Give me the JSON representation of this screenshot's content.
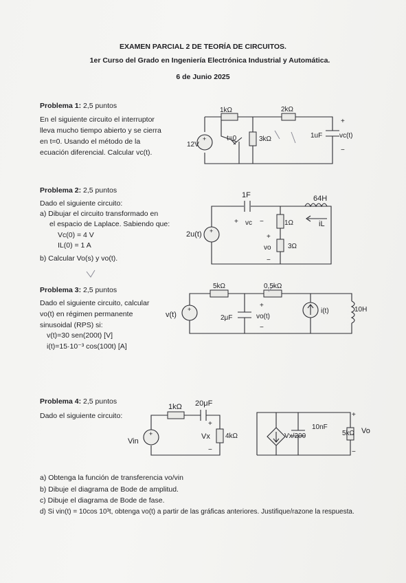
{
  "header": {
    "title": "EXAMEN PARCIAL 2 DE TEORÍA DE CIRCUITOS.",
    "course": "1er Curso del Grado en Ingeniería Electrónica Industrial y Automática.",
    "date": "6 de  Junio 2025"
  },
  "p1": {
    "heading": "Problema 1:",
    "points": "2,5 puntos",
    "lines": [
      "En el siguiente circuito el interruptor",
      "lleva mucho tiempo abierto y se cierra",
      "en  t=0.   Usando el método de la",
      "ecuación diferencial. Calcular vᴄ(t)."
    ],
    "labels": {
      "r1": "1kΩ",
      "r2": "2kΩ",
      "r3": "3kΩ",
      "src": "12V",
      "sw": "t=0",
      "cap": "1uF",
      "out": "vc(t)",
      "plus": "+",
      "minus": "−"
    }
  },
  "p2": {
    "heading": "Problema 2:",
    "points": "2,5 puntos",
    "intro": "Dado el siguiente circuito:",
    "item_a1": "a)  Dibujar el circuito transformado en",
    "item_a2": "el espacio de Laplace. Sabiendo que:",
    "cond_v": "Vc(0) = 4 V",
    "cond_i": "IL(0) = 1 A",
    "item_b": "b)  Calcular Vo(s) y  vo(t).",
    "labels": {
      "cap": "1F",
      "ind": "64H",
      "r1": "1Ω",
      "r2": "3Ω",
      "src": "2u(t)",
      "vc": "vc",
      "vo": "vo",
      "il": "iL",
      "plus": "+",
      "minus": "−"
    }
  },
  "p3": {
    "heading": "Problema 3:",
    "points": "2,5 puntos",
    "lines": [
      "Dado el siguiente circuito, calcular",
      "vo(t)  en régimen permanente",
      "sinusoidal (RPS) si:"
    ],
    "eq1": "v(t)=30 sen(200t)   [V]",
    "eq2": "i(t)=15·10⁻³ cos(100t)   [A]",
    "labels": {
      "r1": "5kΩ",
      "r2": "0,5kΩ",
      "cap": "2μF",
      "vo": "vo(t)",
      "isrc": "i(t)",
      "vsrc": "v(t)",
      "ind": "10H",
      "plus": "+",
      "minus": "−"
    }
  },
  "p4": {
    "heading": "Problema 4:",
    "points": "2,5 puntos",
    "intro": "Dado el siguiente circuito:",
    "labels": {
      "r1": "1kΩ",
      "cap1": "20μF",
      "vx": "Vx",
      "r2": "4kΩ",
      "dep": "Vx/200",
      "cap2": "10nF",
      "r3": "5kΩ",
      "vo": "Vo",
      "vin": "Vin",
      "plus": "+",
      "minus": "−"
    },
    "questions": [
      "a) Obtenga la función de transferencia vo/vin",
      "b) Dibuje el diagrama de Bode de amplitud.",
      "c) Dibuje el diagrama de Bode de fase.",
      "d) Si vin(t) = 10cos 10³t,  obtenga vo(t) a partir de las gráficas anteriores. Justifique/razone la respuesta."
    ]
  }
}
